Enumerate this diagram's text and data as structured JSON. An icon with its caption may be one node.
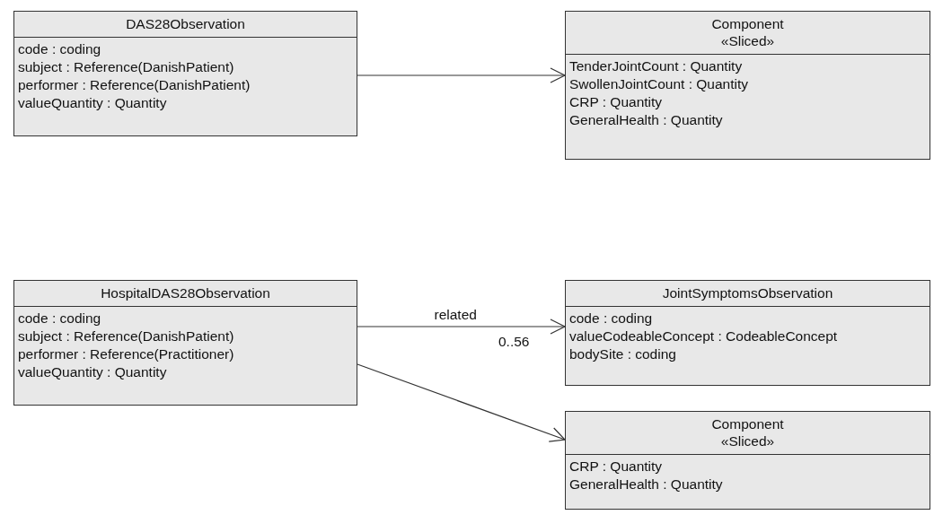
{
  "diagram": {
    "nodes": [
      {
        "text": [
          "DAS28Observation",
          "code : coding",
          "subject : Reference(DanishPatient)",
          "performer : Reference(DanishPatient)",
          "valueQuantity : Quantity"
        ]
      },
      {
        "text": [
          "Component",
          "«Sliced»",
          "TenderJointCount : Quantity",
          "SwollenJointCount : Quantity",
          "CRP : Quantity",
          "GeneralHealth : Quantity"
        ]
      },
      {
        "text": [
          "HospitalDAS28Observation",
          "code : coding",
          "subject : Reference(DanishPatient)",
          "performer : Reference(Practitioner)",
          "valueQuantity : Quantity"
        ]
      },
      {
        "text": [
          "JointSymptomsObservation",
          "code : coding",
          "valueCodeableConcept : CodeableConcept",
          "bodySite : coding"
        ]
      },
      {
        "text": [
          "Component",
          "«Sliced»",
          "CRP : Quantity",
          "GeneralHealth : Quantity"
        ]
      }
    ],
    "edges": [
      {
        "from": 0,
        "to": 1,
        "arrow": "to"
      },
      {
        "from": 2,
        "to": 3,
        "arrow": "to",
        "label": "related"
      },
      {
        "from": 2,
        "to": 4,
        "arrow": "to"
      }
    ],
    "labels": [
      "0..56"
    ]
  }
}
